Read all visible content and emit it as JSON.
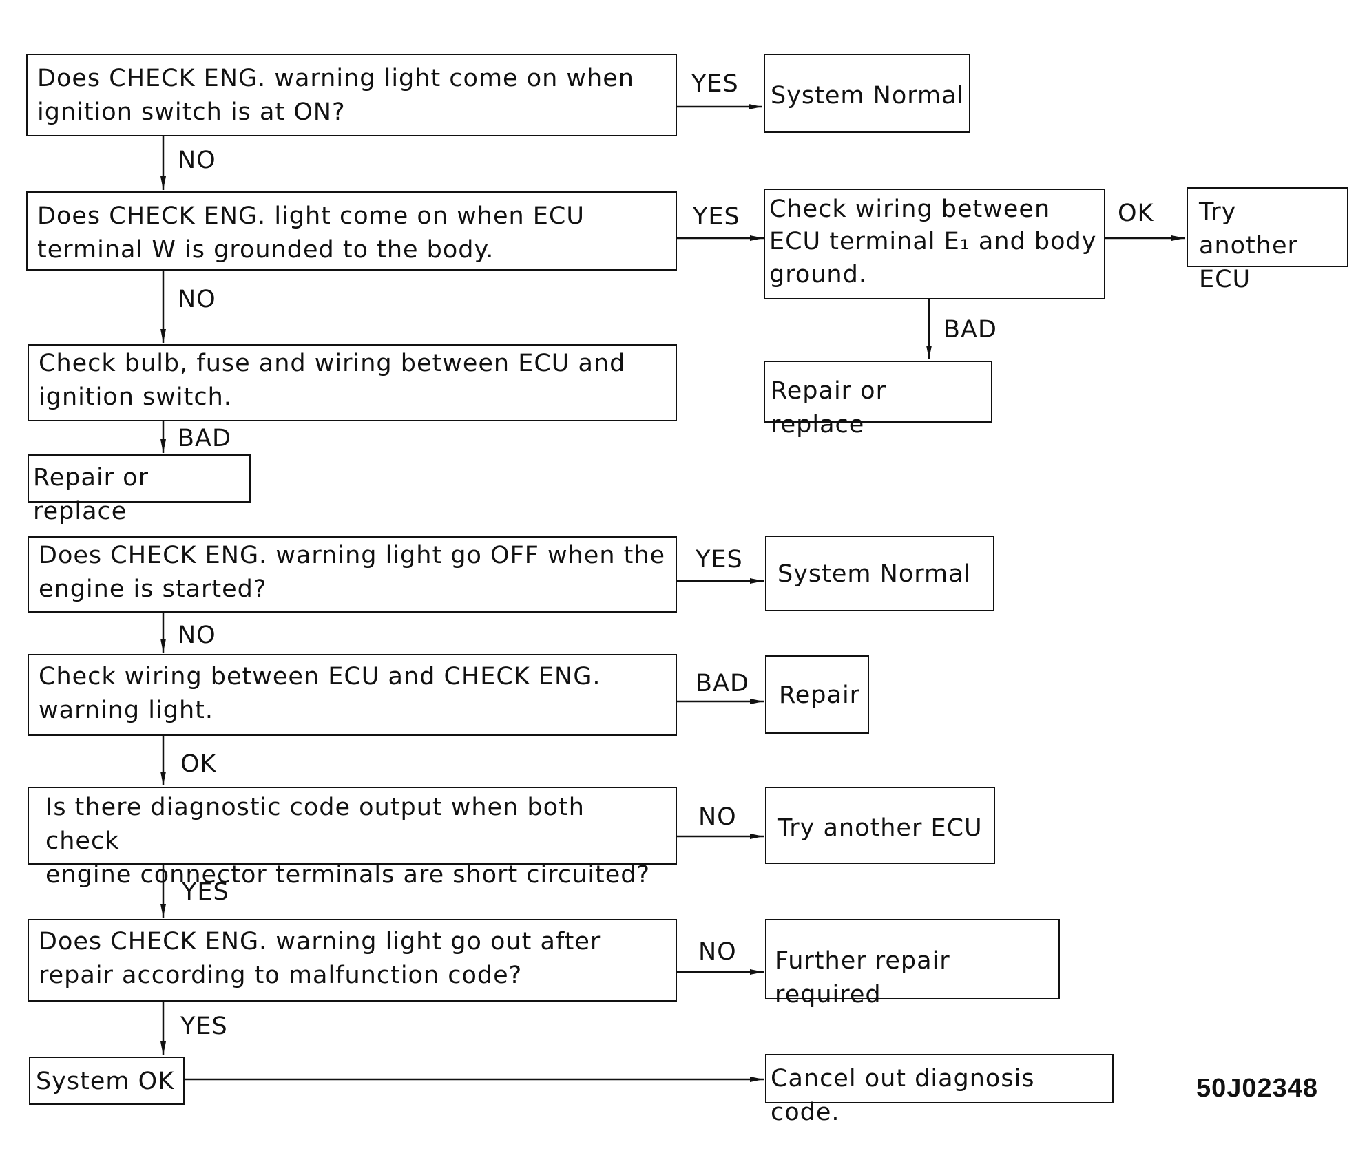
{
  "flowchart_a": {
    "q1": "Does CHECK ENG. warning light come on when\nignition switch is at ON?",
    "q1_yes_label": "YES",
    "q1_yes_result": "System Normal",
    "q1_no_label": "NO",
    "q2": "Does CHECK ENG. light come on when ECU\nterminal W is grounded to the body.",
    "q2_yes_label": "YES",
    "q2_yes_check": "Check wiring between\nECU terminal E₁ and body\nground.",
    "check_ok_label": "OK",
    "check_ok_result": "Try another\nECU",
    "check_bad_label": "BAD",
    "check_bad_result": "Repair or replace",
    "q2_no_label": "NO",
    "q3": "Check bulb, fuse and wiring between ECU and\nignition switch.",
    "q3_bad_label": "BAD",
    "q3_bad_result": "Repair or replace"
  },
  "flowchart_b": {
    "q1": "Does CHECK ENG. warning light go OFF when the\nengine is started?",
    "q1_yes_label": "YES",
    "q1_yes_result": "System Normal",
    "q1_no_label": "NO",
    "q2": "Check wiring between ECU and CHECK ENG.\nwarning light.",
    "q2_bad_label": "BAD",
    "q2_bad_result": "Repair",
    "q2_ok_label": "OK",
    "q3": "Is there diagnostic code output when both check\nengine connector terminals are short circuited?",
    "q3_no_label": "NO",
    "q3_no_result": "Try another ECU",
    "q3_yes_label": "YES",
    "q4": "Does CHECK ENG. warning light go out after\nrepair according to malfunction code?",
    "q4_no_label": "NO",
    "q4_no_result": "Further repair required",
    "q4_yes_label": "YES",
    "final": "System OK",
    "final_result": "Cancel out diagnosis code."
  },
  "figure_code": "50J02348"
}
